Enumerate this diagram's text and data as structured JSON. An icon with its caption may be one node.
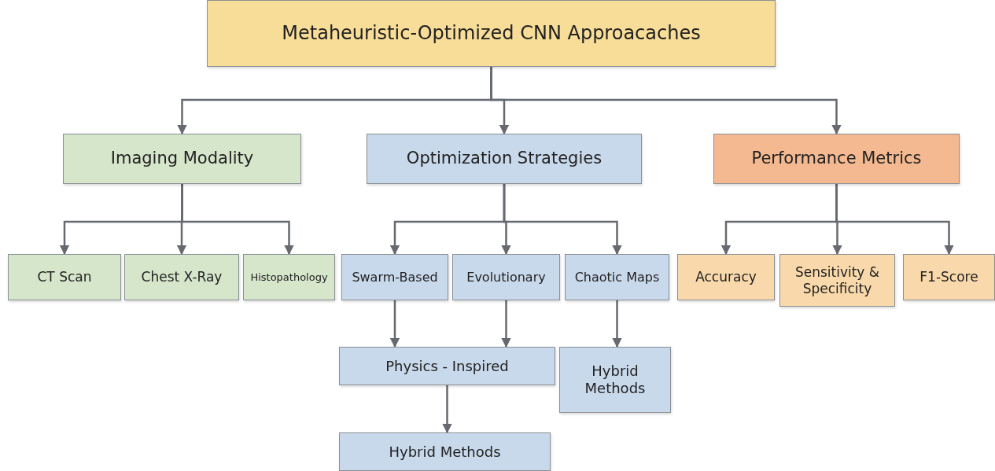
{
  "diagram": {
    "nodes": [
      {
        "text": [
          "Metaheuristic-Optimized CNN Approacaches"
        ]
      },
      {
        "text": [
          "Imaging Modality"
        ]
      },
      {
        "text": [
          "Optimization Strategies"
        ]
      },
      {
        "text": [
          "Performance Metrics"
        ]
      },
      {
        "text": [
          "CT Scan"
        ]
      },
      {
        "text": [
          "Chest X-Ray"
        ]
      },
      {
        "text": [
          "Histopathology"
        ]
      },
      {
        "text": [
          "Swarm-Based"
        ]
      },
      {
        "text": [
          "Evolutionary"
        ]
      },
      {
        "text": [
          "Chaotic Maps"
        ]
      },
      {
        "text": [
          "Accuracy"
        ]
      },
      {
        "text": [
          "Sensitivity & Specificity"
        ]
      },
      {
        "text": [
          "F1-Score"
        ]
      },
      {
        "text": [
          "Physics - Inspired"
        ]
      },
      {
        "text": [
          "Hybrid Methods"
        ]
      },
      {
        "text": [
          "Hybrid Methods"
        ]
      }
    ],
    "edges": [
      {
        "from": 0,
        "to": 1,
        "arrow": "to"
      },
      {
        "from": 0,
        "to": 2,
        "arrow": "to"
      },
      {
        "from": 0,
        "to": 3,
        "arrow": "to"
      },
      {
        "from": 1,
        "to": 4,
        "arrow": "to"
      },
      {
        "from": 1,
        "to": 5,
        "arrow": "to"
      },
      {
        "from": 1,
        "to": 6,
        "arrow": "to"
      },
      {
        "from": 2,
        "to": 7,
        "arrow": "to"
      },
      {
        "from": 2,
        "to": 8,
        "arrow": "to"
      },
      {
        "from": 2,
        "to": 9,
        "arrow": "to"
      },
      {
        "from": 3,
        "to": 10,
        "arrow": "to"
      },
      {
        "from": 3,
        "to": 11,
        "arrow": "to"
      },
      {
        "from": 3,
        "to": 12,
        "arrow": "to"
      },
      {
        "from": 7,
        "to": 13,
        "arrow": "to"
      },
      {
        "from": 8,
        "to": 13,
        "arrow": "to"
      },
      {
        "from": 9,
        "to": 14,
        "arrow": "to"
      },
      {
        "from": 13,
        "to": 15,
        "arrow": "to"
      }
    ]
  }
}
